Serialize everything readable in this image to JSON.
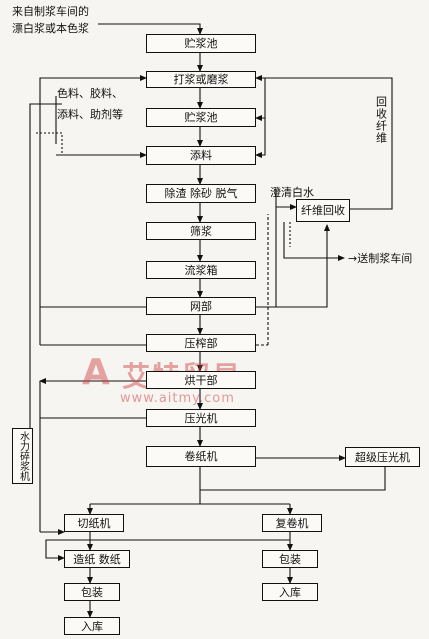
{
  "source_label": [
    "来自制浆车间的",
    "漂白浆或本色浆"
  ],
  "additives_label": [
    "色料、胶料、",
    "添料、助剂等"
  ],
  "recovered_fiber_label": "回收纤维",
  "white_water_label": "澄清白水",
  "to_pulping_label": "→送制浆车间",
  "hydropulper_label": "水力碎浆机",
  "watermark": {
    "name": "艾特贸易",
    "url": "www.aitmy.com"
  },
  "boxes": {
    "stock_chest_1": "贮浆池",
    "beating_refining": "打浆或磨浆",
    "stock_chest_2": "贮浆池",
    "additive_mixing": "添料",
    "cleaning": "除渣 除砂 脱气",
    "screening": "筛浆",
    "headbox": "流浆箱",
    "wire_section": "网部",
    "press_section": "压榨部",
    "dryer_section": "烘干部",
    "calender": "压光机",
    "reel": "卷纸机",
    "supercalender": "超级压光机",
    "fiber_recovery": "纤维回收",
    "sheet_cutter": "切纸机",
    "rewinder": "复卷机",
    "sorting_counting": "造纸 数纸",
    "packing_left": "包装",
    "packing_right": "包装",
    "storage_left": "入库",
    "storage_right": "入库"
  }
}
